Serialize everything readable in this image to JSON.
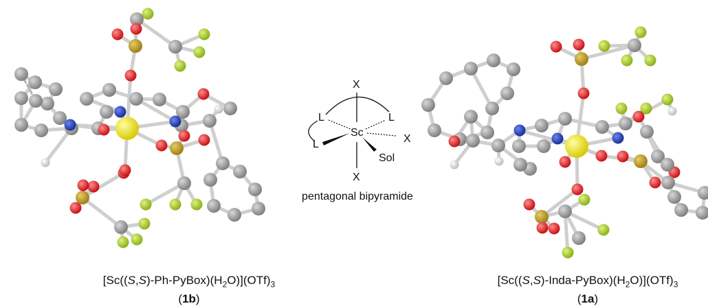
{
  "center_scheme": {
    "labels": {
      "x_top": "X",
      "x_bottom": "X",
      "x_right": "X",
      "l_left_top": "L",
      "l_right_top": "L",
      "l_left_bottom": "L",
      "metal": "Sc",
      "sol": "Sol"
    },
    "caption": "pentagonal bipyramide"
  },
  "left_structure": {
    "caption_prefix": "[Sc((",
    "caption_s1": "S",
    "caption_comma": ",",
    "caption_s2": "S",
    "caption_mid": ")-Ph-PyBox)(H",
    "caption_sub": "2",
    "caption_mid2": "O)](OTf)",
    "caption_sub2": "3",
    "compound_open": "(",
    "compound_id": "1b",
    "compound_close": ")"
  },
  "right_structure": {
    "caption_prefix": "[Sc((",
    "caption_s1": "S",
    "caption_comma": ",",
    "caption_s2": "S",
    "caption_mid": ")-Inda-PyBox)(H",
    "caption_sub": "2",
    "caption_mid2": "O)](OTf)",
    "caption_sub2": "3",
    "compound_open": "(",
    "compound_id": "1a",
    "compound_close": ")"
  },
  "atom_colors": {
    "carbon": "#8c8c8c",
    "oxygen": "#e0191e",
    "nitrogen": "#1e3cb4",
    "sulfur": "#b8961e",
    "fluorine": "#a6cf2a",
    "scandium": "#f2e600",
    "hydrogen": "#e8e8e8"
  }
}
